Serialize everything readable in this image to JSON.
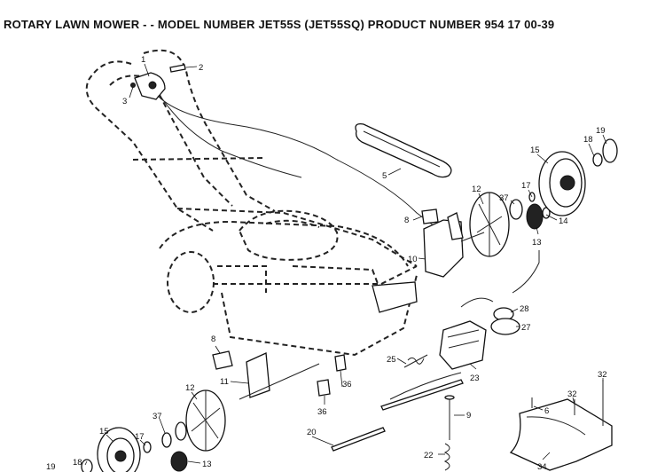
{
  "title": "ROTARY LAWN MOWER - - MODEL NUMBER JET55S (JET55SQ) PRODUCT NUMBER 954 17 00-39",
  "callouts": [
    {
      "id": "c1",
      "label": "1"
    },
    {
      "id": "c2",
      "label": "2"
    },
    {
      "id": "c3",
      "label": "3"
    },
    {
      "id": "c5",
      "label": "5"
    },
    {
      "id": "c8a",
      "label": "8"
    },
    {
      "id": "c10",
      "label": "10"
    },
    {
      "id": "c12a",
      "label": "12"
    },
    {
      "id": "c37a",
      "label": "37"
    },
    {
      "id": "c17a",
      "label": "17"
    },
    {
      "id": "c15a",
      "label": "15"
    },
    {
      "id": "c18a",
      "label": "18"
    },
    {
      "id": "c19a",
      "label": "19"
    },
    {
      "id": "c14",
      "label": "14"
    },
    {
      "id": "c13a",
      "label": "13"
    },
    {
      "id": "c28",
      "label": "28"
    },
    {
      "id": "c27",
      "label": "27"
    },
    {
      "id": "c25",
      "label": "25"
    },
    {
      "id": "c23",
      "label": "23"
    },
    {
      "id": "c8b",
      "label": "8"
    },
    {
      "id": "c11",
      "label": "11"
    },
    {
      "id": "c12b",
      "label": "12"
    },
    {
      "id": "c36a",
      "label": "36"
    },
    {
      "id": "c36b",
      "label": "36"
    },
    {
      "id": "c37b",
      "label": "37"
    },
    {
      "id": "c15b",
      "label": "15"
    },
    {
      "id": "c17b",
      "label": "17"
    },
    {
      "id": "c18b",
      "label": "18"
    },
    {
      "id": "c19b",
      "label": "19"
    },
    {
      "id": "c13b",
      "label": "13"
    },
    {
      "id": "c20",
      "label": "20"
    },
    {
      "id": "c9",
      "label": "9"
    },
    {
      "id": "c22",
      "label": "22"
    },
    {
      "id": "c6",
      "label": "6"
    },
    {
      "id": "c32a",
      "label": "32"
    },
    {
      "id": "c32b",
      "label": "32"
    },
    {
      "id": "c34",
      "label": "34"
    }
  ]
}
